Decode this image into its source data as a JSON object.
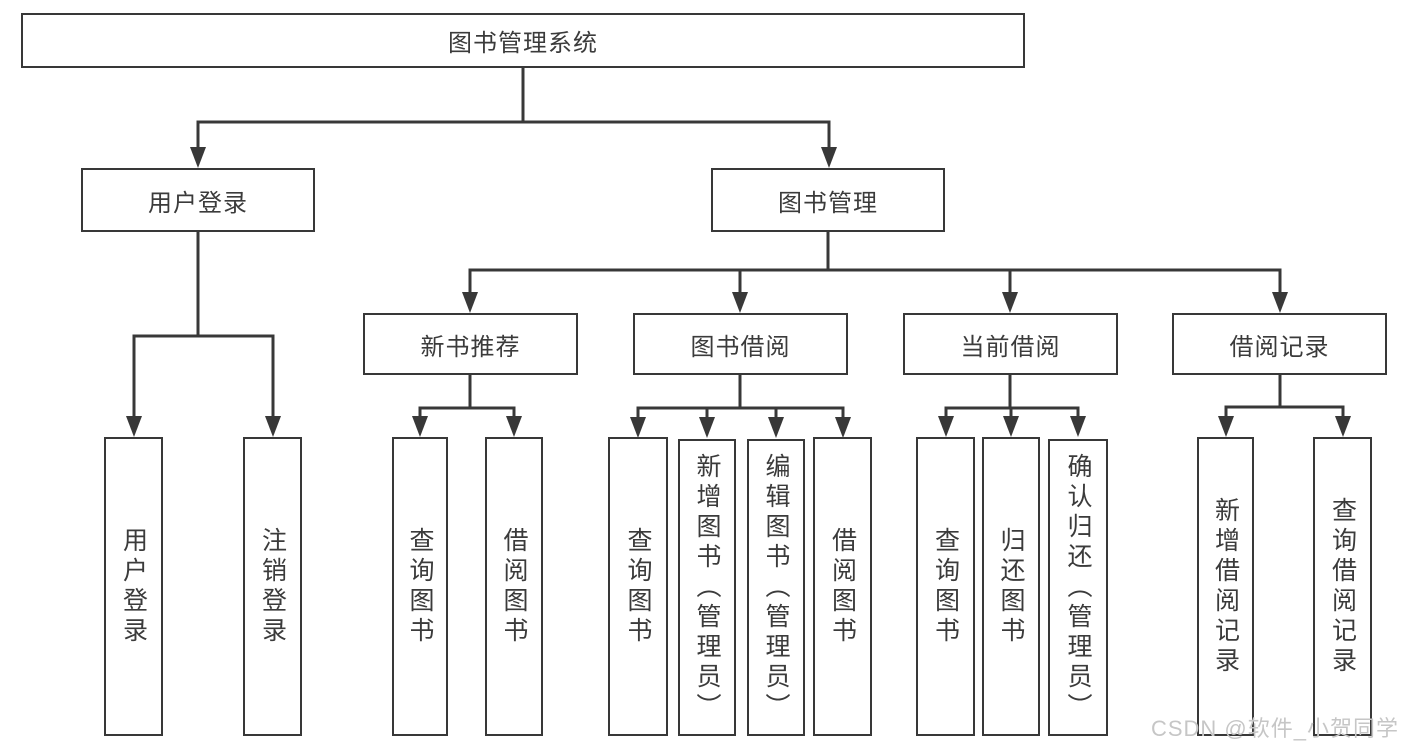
{
  "tree": {
    "root": "图书管理系统",
    "branches": [
      {
        "label": "用户登录",
        "children": [
          "用户登录",
          "注销登录"
        ]
      },
      {
        "label": "图书管理",
        "children": [
          {
            "label": "新书推荐",
            "children": [
              "查询图书",
              "借阅图书"
            ]
          },
          {
            "label": "图书借阅",
            "children": [
              "查询图书",
              "新增图书（管理员）",
              "编辑图书（管理员）",
              "借阅图书"
            ]
          },
          {
            "label": "当前借阅",
            "children": [
              "查询图书",
              "归还图书",
              "确认归还（管理员）"
            ]
          },
          {
            "label": "借阅记录",
            "children": [
              "新增借阅记录",
              "查询借阅记录"
            ]
          }
        ]
      }
    ]
  },
  "watermark": {
    "text": "CSDN @软件_小贺同学"
  },
  "colors": {
    "line": "#383838",
    "box_border": "#383838",
    "text": "#3b3b3b",
    "watermark": "#c6c6c6",
    "background": "#ffffff"
  }
}
